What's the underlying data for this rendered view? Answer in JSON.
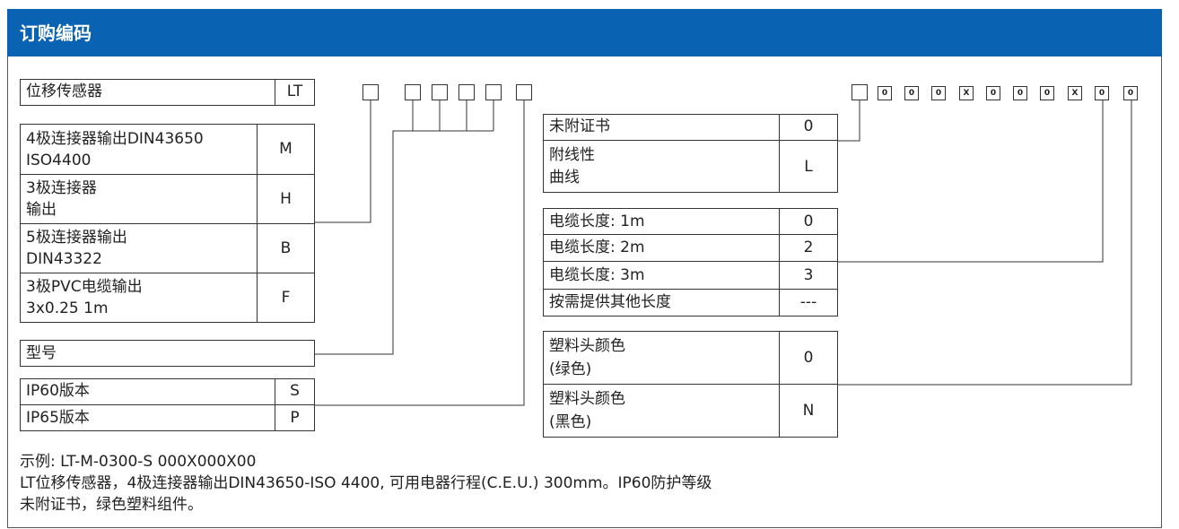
{
  "header": {
    "title": "订购编码"
  },
  "left": {
    "sensor": {
      "label": "位移传感器",
      "code": "LT"
    },
    "outputs": [
      {
        "line1": "4极连接器输出DIN43650",
        "line2": "ISO4400",
        "code": "M"
      },
      {
        "line1": "3极连接器",
        "line2": "输出",
        "code": "H"
      },
      {
        "line1": "5极连接器输出",
        "line2": "DIN43322",
        "code": "B"
      },
      {
        "line1": "3极PVC电缆输出",
        "line2": "3x0.25 1m",
        "code": "F"
      }
    ],
    "model": {
      "label": "型号"
    },
    "protection": [
      {
        "label": "IP60版本",
        "code": "S"
      },
      {
        "label": "IP65版本",
        "code": "P"
      }
    ]
  },
  "right": {
    "code_boxes": [
      "0",
      "0",
      "0",
      "X",
      "0",
      "0",
      "0",
      "X",
      "0",
      "0"
    ],
    "certificate": [
      {
        "line1": "未附证书",
        "line2": "",
        "code": "0"
      },
      {
        "line1": "附线性",
        "line2": "曲线",
        "code": "L"
      }
    ],
    "cable": [
      {
        "label": "电缆长度: 1m",
        "code": "0"
      },
      {
        "label": "电缆长度: 2m",
        "code": "2"
      },
      {
        "label": "电缆长度: 3m",
        "code": "3"
      },
      {
        "label": "按需提供其他长度",
        "code": "---"
      }
    ],
    "color": [
      {
        "line1": "塑料头颜色",
        "line2": "(绿色)",
        "code": "0"
      },
      {
        "line1": "塑料头颜色",
        "line2": "(黑色)",
        "code": "N"
      }
    ]
  },
  "example": {
    "line1": "示例: LT-M-0300-S  000X000X00",
    "line2": "LT位移传感器，4极连接器输出DIN43650-ISO 4400, 可用电器行程(C.E.U.) 300mm。IP60防护等级",
    "line3": "未附证书，绿色塑料组件。"
  }
}
